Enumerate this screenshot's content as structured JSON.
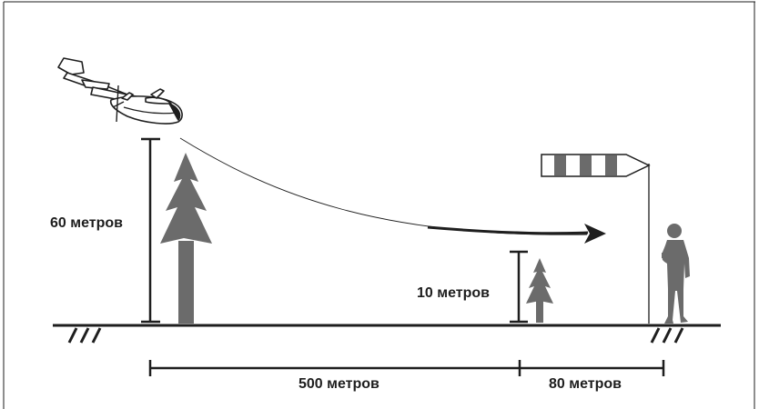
{
  "labels": {
    "height_plane": "60 метров",
    "height_small_tree": "10 метров",
    "distance_main": "500 метров",
    "distance_final": "80 метров"
  },
  "colors": {
    "ink": "#1e1e1e",
    "tree": "#6b6b6b",
    "pilot": "#6b6b6b",
    "windsock_stripe": "#6b6b6b",
    "background": "#ffffff"
  },
  "icons": {
    "plane": "glider-airplane-icon",
    "tree_large": "spruce-tree-icon",
    "tree_small": "spruce-tree-icon",
    "windsock": "windsock-icon",
    "pilot": "pilot-person-icon",
    "arrow": "flight-path-arrow-icon"
  }
}
